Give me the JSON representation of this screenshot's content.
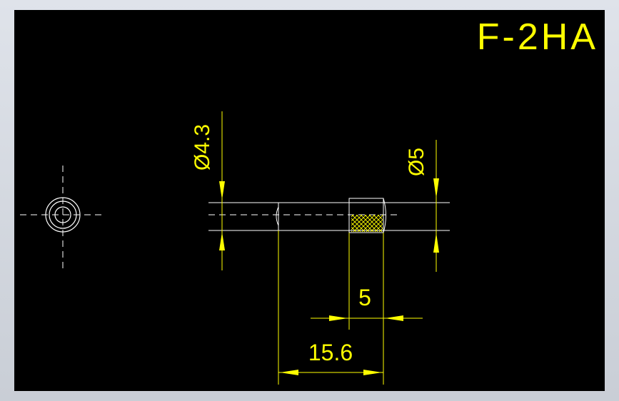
{
  "drawing": {
    "title": "F-2HA",
    "dim_diameter_inner": "Ø4.3",
    "dim_diameter_outer": "Ø5",
    "dim_length_short": "5",
    "dim_length_total": "15.6"
  },
  "colors": {
    "background": "#000000",
    "outline": "#ffffff",
    "dimension": "#ffff00",
    "frame": "#d4d8df"
  }
}
